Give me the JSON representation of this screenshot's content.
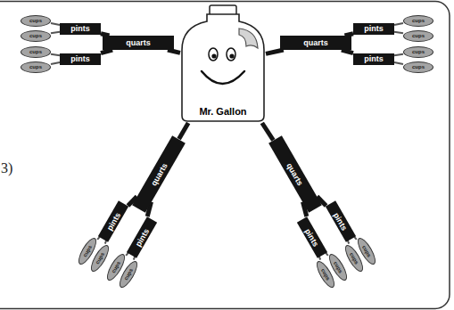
{
  "diagram": {
    "nodes": [
      {
        "text": [
          "Mr. Gallon"
        ]
      },
      {
        "text": [
          "quarts"
        ]
      },
      {
        "text": [
          "pints"
        ]
      },
      {
        "text": [
          "pints"
        ]
      },
      {
        "text": [
          "cups"
        ]
      },
      {
        "text": [
          "cups"
        ]
      },
      {
        "text": [
          "cups"
        ]
      },
      {
        "text": [
          "cups"
        ]
      },
      {
        "text": [
          "quarts"
        ]
      },
      {
        "text": [
          "pints"
        ]
      },
      {
        "text": [
          "pints"
        ]
      },
      {
        "text": [
          "cups"
        ]
      },
      {
        "text": [
          "cups"
        ]
      },
      {
        "text": [
          "cups"
        ]
      },
      {
        "text": [
          "cups"
        ]
      },
      {
        "text": [
          "quarts"
        ]
      },
      {
        "text": [
          "pints"
        ]
      },
      {
        "text": [
          "pints"
        ]
      },
      {
        "text": [
          "cups"
        ]
      },
      {
        "text": [
          "cups"
        ]
      },
      {
        "text": [
          "cups"
        ]
      },
      {
        "text": [
          "cups"
        ]
      },
      {
        "text": [
          "quarts"
        ]
      },
      {
        "text": [
          "pints"
        ]
      },
      {
        "text": [
          "pints"
        ]
      },
      {
        "text": [
          "cups"
        ]
      },
      {
        "text": [
          "cups"
        ]
      },
      {
        "text": [
          "cups"
        ]
      },
      {
        "text": [
          "cups"
        ]
      }
    ],
    "edges": [
      {
        "from": 0,
        "to": 1,
        "arrow": "none"
      },
      {
        "from": 1,
        "to": 2,
        "arrow": "none"
      },
      {
        "from": 1,
        "to": 3,
        "arrow": "none"
      },
      {
        "from": 2,
        "to": 4,
        "arrow": "none"
      },
      {
        "from": 2,
        "to": 5,
        "arrow": "none"
      },
      {
        "from": 3,
        "to": 6,
        "arrow": "none"
      },
      {
        "from": 3,
        "to": 7,
        "arrow": "none"
      },
      {
        "from": 0,
        "to": 8,
        "arrow": "none"
      },
      {
        "from": 8,
        "to": 9,
        "arrow": "none"
      },
      {
        "from": 8,
        "to": 10,
        "arrow": "none"
      },
      {
        "from": 9,
        "to": 11,
        "arrow": "none"
      },
      {
        "from": 9,
        "to": 12,
        "arrow": "none"
      },
      {
        "from": 10,
        "to": 13,
        "arrow": "none"
      },
      {
        "from": 10,
        "to": 14,
        "arrow": "none"
      },
      {
        "from": 0,
        "to": 15,
        "arrow": "none"
      },
      {
        "from": 15,
        "to": 16,
        "arrow": "none"
      },
      {
        "from": 15,
        "to": 17,
        "arrow": "none"
      },
      {
        "from": 16,
        "to": 18,
        "arrow": "none"
      },
      {
        "from": 16,
        "to": 19,
        "arrow": "none"
      },
      {
        "from": 17,
        "to": 20,
        "arrow": "none"
      },
      {
        "from": 17,
        "to": 21,
        "arrow": "none"
      },
      {
        "from": 0,
        "to": 22,
        "arrow": "none"
      },
      {
        "from": 22,
        "to": 23,
        "arrow": "none"
      },
      {
        "from": 22,
        "to": 24,
        "arrow": "none"
      },
      {
        "from": 23,
        "to": 25,
        "arrow": "none"
      },
      {
        "from": 23,
        "to": 26,
        "arrow": "none"
      },
      {
        "from": 24,
        "to": 27,
        "arrow": "none"
      },
      {
        "from": 24,
        "to": 28,
        "arrow": "none"
      }
    ],
    "labels": [
      "3)"
    ]
  }
}
